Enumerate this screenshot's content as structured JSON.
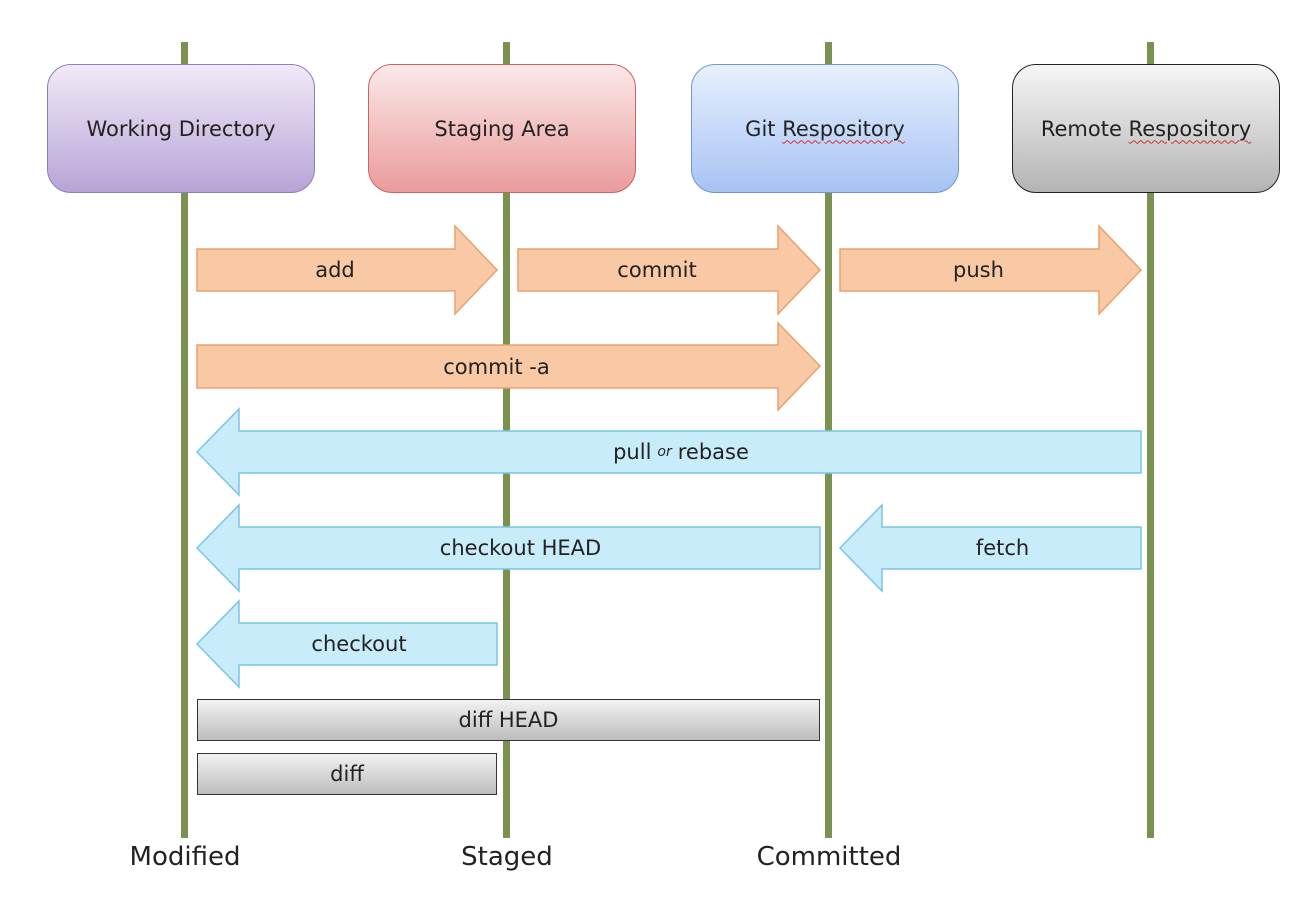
{
  "lanes": [
    {
      "id": "wd",
      "title": "Working Directory",
      "state": "Modified"
    },
    {
      "id": "sa",
      "title": "Staging Area",
      "state": "Staged"
    },
    {
      "id": "gr",
      "title_main": "Git ",
      "title_flagged": "Respository",
      "state": "Committed"
    },
    {
      "id": "rr",
      "title_main": "Remote ",
      "title_flagged": "Respository",
      "state": ""
    }
  ],
  "operations": {
    "add": "add",
    "commit": "commit",
    "push": "push",
    "commit_a": "commit -a",
    "pull_or_rebase": {
      "left": "pull",
      "middle": "or",
      "right": "rebase"
    },
    "checkout_head": "checkout HEAD",
    "fetch": "fetch",
    "checkout": "checkout",
    "diff_head": "diff HEAD",
    "diff": "diff"
  },
  "colors": {
    "lane_line": "#7a9150",
    "forward_arrow_fill": "#f8c9a4",
    "forward_arrow_stroke": "#e8a26e",
    "backward_arrow_fill": "#c9ecfa",
    "backward_arrow_stroke": "#7cc3e6",
    "spellcheck_underline": "#d63030"
  }
}
